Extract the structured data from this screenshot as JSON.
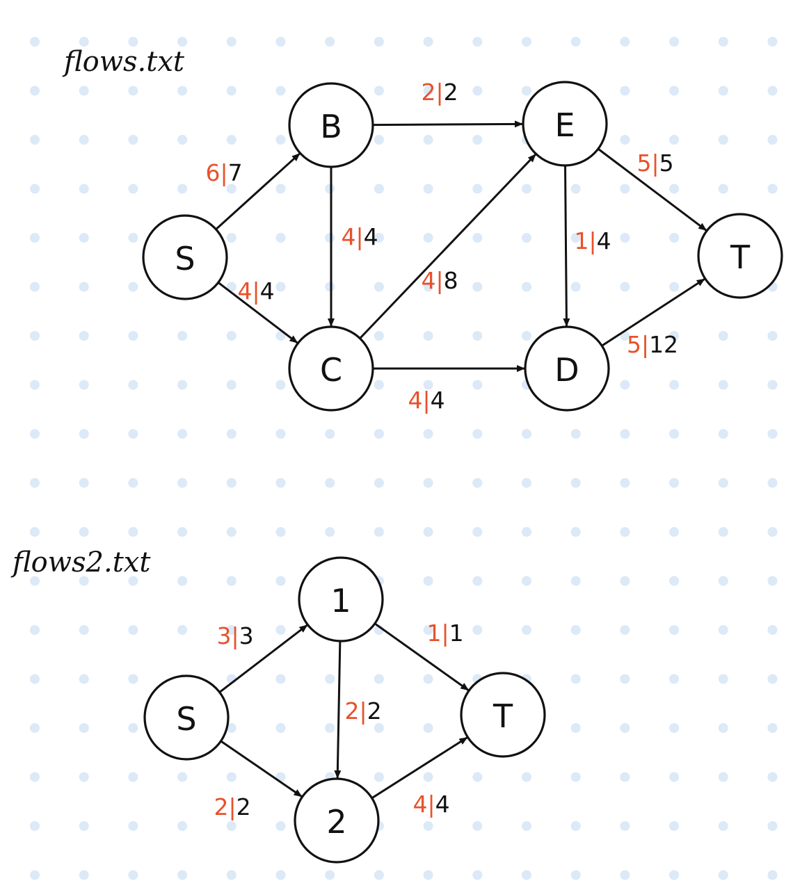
{
  "colors": {
    "background": "#ffffff",
    "dot": "#dce9f7",
    "ink": "#111111",
    "flow": "#e8512b"
  },
  "diagrams": [
    {
      "id": "flows",
      "title": "flows.txt",
      "nodes": [
        {
          "id": "S",
          "label": "S"
        },
        {
          "id": "B",
          "label": "B"
        },
        {
          "id": "C",
          "label": "C"
        },
        {
          "id": "E",
          "label": "E"
        },
        {
          "id": "D",
          "label": "D"
        },
        {
          "id": "T",
          "label": "T"
        }
      ],
      "edges": [
        {
          "from": "S",
          "to": "B",
          "flow": "6",
          "capacity": "7"
        },
        {
          "from": "S",
          "to": "C",
          "flow": "4",
          "capacity": "4"
        },
        {
          "from": "B",
          "to": "E",
          "flow": "2",
          "capacity": "2"
        },
        {
          "from": "B",
          "to": "C",
          "flow": "4",
          "capacity": "4"
        },
        {
          "from": "C",
          "to": "E",
          "flow": "4",
          "capacity": "8"
        },
        {
          "from": "C",
          "to": "D",
          "flow": "4",
          "capacity": "4"
        },
        {
          "from": "E",
          "to": "D",
          "flow": "1",
          "capacity": "4"
        },
        {
          "from": "E",
          "to": "T",
          "flow": "5",
          "capacity": "5"
        },
        {
          "from": "D",
          "to": "T",
          "flow": "5",
          "capacity": "12"
        }
      ]
    },
    {
      "id": "flows2",
      "title": "flows2.txt",
      "nodes": [
        {
          "id": "S",
          "label": "S"
        },
        {
          "id": "1",
          "label": "1"
        },
        {
          "id": "2",
          "label": "2"
        },
        {
          "id": "T",
          "label": "T"
        }
      ],
      "edges": [
        {
          "from": "S",
          "to": "1",
          "flow": "3",
          "capacity": "3"
        },
        {
          "from": "S",
          "to": "2",
          "flow": "2",
          "capacity": "2"
        },
        {
          "from": "1",
          "to": "2",
          "flow": "2",
          "capacity": "2"
        },
        {
          "from": "1",
          "to": "T",
          "flow": "1",
          "capacity": "1"
        },
        {
          "from": "2",
          "to": "T",
          "flow": "4",
          "capacity": "4"
        }
      ]
    }
  ]
}
